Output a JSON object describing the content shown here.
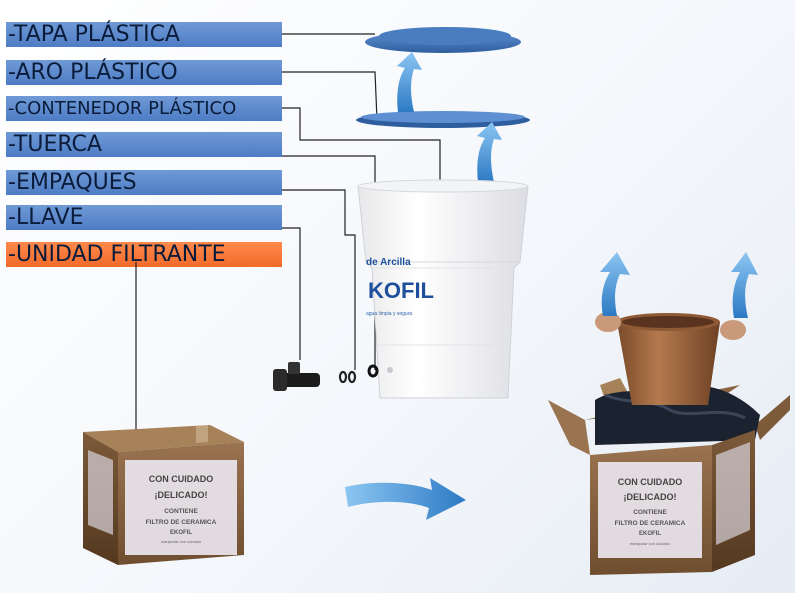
{
  "labels": [
    {
      "text": "-TAPA PLÁSTICA"
    },
    {
      "text": "-ARO  PLÁSTICO"
    },
    {
      "text": "-CONTENEDOR PLÁSTICO"
    },
    {
      "text": "-TUERCA"
    },
    {
      "text": "-EMPAQUES"
    },
    {
      "text": "-LLAVE"
    },
    {
      "text": "-UNIDAD FILTRANTE"
    }
  ],
  "container": {
    "brand_line": "de Arcilla",
    "brand_name": "KOFIL",
    "sub_line": "agua limpia y segura"
  },
  "box": {
    "line1": "CON CUIDADO",
    "line2": "¡DELICADO!",
    "line3": "CONTIENE",
    "line4": "FILTRO DE CERAMICA",
    "line5": "EKOFIL",
    "line6": "manipular con cuidado"
  },
  "colors": {
    "label_blue": "#5a86c9",
    "label_orange": "#f47a3a",
    "arrow_blue": "#3d8fd4",
    "lid_blue": "#3a6fb5",
    "box_brown": "#8a6440"
  }
}
